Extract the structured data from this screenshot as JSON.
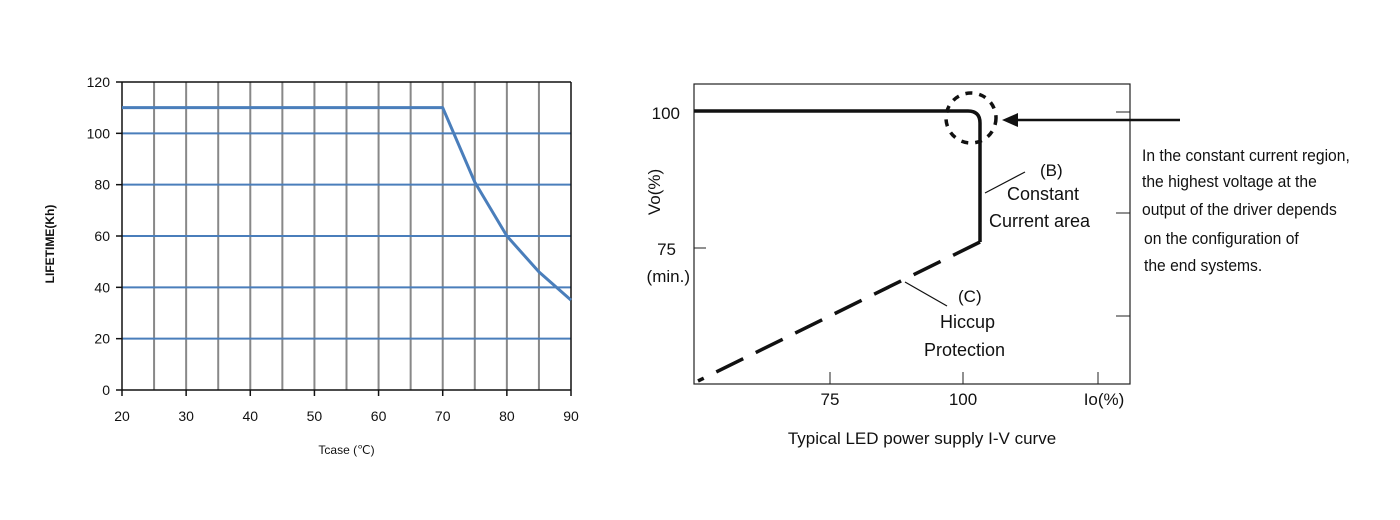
{
  "chart_data": [
    {
      "type": "line",
      "title": "",
      "xlabel": "Tcase (℃)",
      "ylabel": "LIFETIME(Kh)",
      "xlim": [
        20,
        90
      ],
      "ylim": [
        0,
        120
      ],
      "x_ticks": [
        20,
        30,
        40,
        50,
        60,
        70,
        80,
        90
      ],
      "y_ticks": [
        0,
        20,
        40,
        60,
        80,
        100,
        120
      ],
      "grid": true,
      "colors": {
        "line": "#4a7ebb",
        "grid": "#888888",
        "axis": "#111111"
      },
      "series": [
        {
          "x": [
            20,
            70,
            75,
            80,
            85,
            90
          ],
          "y": [
            110,
            110,
            81,
            60,
            46,
            35
          ]
        }
      ]
    },
    {
      "type": "line",
      "title": "Typical LED power supply I-V curve",
      "xlabel": "Io(%)",
      "ylabel": "Vo(%)",
      "x_ticks": [
        "75",
        "100"
      ],
      "x_end_label": "Io(%)",
      "y_ticks": [
        "100",
        "75"
      ],
      "y_sub_label": "(min.)",
      "grid": false,
      "annotations": {
        "b_label": "(B)",
        "b_line1": "Constant",
        "b_line2": "Current area",
        "c_label": "(C)",
        "c_line1": "Hiccup",
        "c_line2": "Protection"
      },
      "notes": [
        "In the constant current region,",
        "the highest voltage at the",
        "output of the driver depends",
        "on the configuration of",
        "the end systems."
      ]
    }
  ]
}
